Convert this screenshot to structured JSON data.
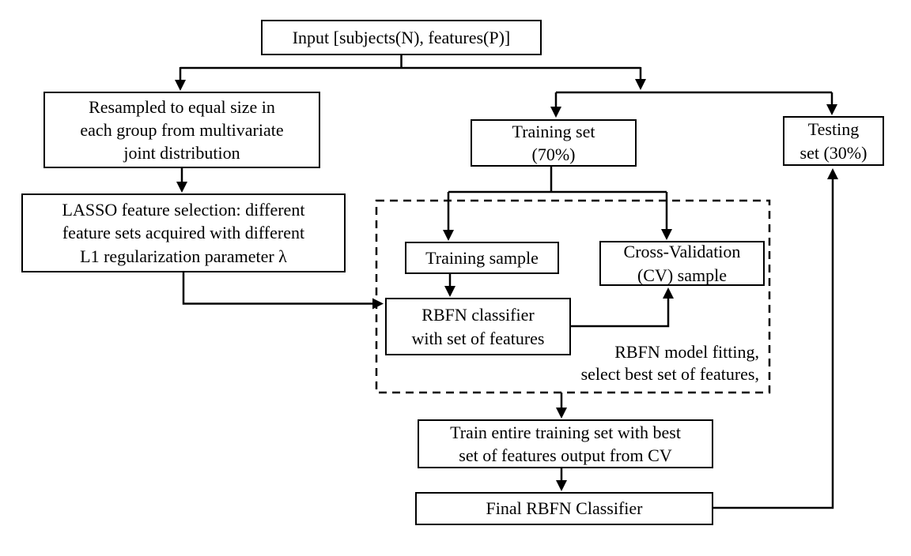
{
  "diagram": {
    "nodes": {
      "input": {
        "label": "Input [subjects(N), features(P)]"
      },
      "resampled": {
        "label": "Resampled to equal size in\neach group from multivariate\njoint distribution"
      },
      "lasso": {
        "label": "LASSO feature selection: different\nfeature sets acquired with different\nL1 regularization parameter λ"
      },
      "training_set": {
        "label": "Training set\n(70%)"
      },
      "testing_set": {
        "label": "Testing\nset (30%)"
      },
      "training_sample": {
        "label": "Training sample"
      },
      "cv_sample": {
        "label": "Cross-Validation\n(CV) sample"
      },
      "rbfn_classifier": {
        "label": "RBFN classifier\nwith set of features"
      },
      "train_entire": {
        "label": "Train entire training set with best\nset of features output from CV"
      },
      "final_classifier": {
        "label": "Final RBFN Classifier"
      }
    },
    "annotations": {
      "cv_region_label": "RBFN model fitting,\nselect best set of features,"
    },
    "colors": {
      "line": "#000000",
      "background": "#ffffff"
    }
  }
}
